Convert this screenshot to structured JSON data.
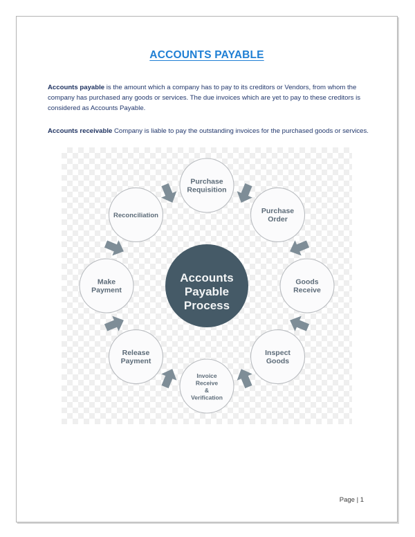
{
  "document": {
    "title": "ACCOUNTS PAYABLE",
    "title_color": "#1f7fd4",
    "body_text_color": "#20366b",
    "paragraphs": [
      {
        "lead": "Accounts payable",
        "rest": " is the amount which a company has to pay to its creditors or Vendors, from whom the company has purchased any goods or services. The due invoices which are yet to pay to these creditors is considered as Accounts Payable."
      },
      {
        "lead": "Accounts receivable",
        "rest": " Company is liable to pay the outstanding invoices for the purchased goods or services."
      }
    ],
    "footer": "Page | 1"
  },
  "diagram": {
    "type": "cycle",
    "hub": {
      "line1": "Accounts",
      "line2": "Payable",
      "line3": "Process",
      "fill": "#455a67",
      "text_color": "#f2f4f5"
    },
    "node_fill": "#fbfbfc",
    "node_stroke": "#b9bcc0",
    "node_text_color": "#5c6b78",
    "arrow_color": "#7e8d97",
    "steps": [
      {
        "id": "purchase-requisition",
        "lines": [
          "Purchase",
          "Requisition"
        ]
      },
      {
        "id": "purchase-order",
        "lines": [
          "Purchase",
          "Order"
        ]
      },
      {
        "id": "goods-receive",
        "lines": [
          "Goods",
          "Receive"
        ]
      },
      {
        "id": "inspect-goods",
        "lines": [
          "Inspect",
          "Goods"
        ]
      },
      {
        "id": "invoice-receive-verification",
        "lines": [
          "Invoice",
          "Receive",
          "&",
          "Verification"
        ]
      },
      {
        "id": "release-payment",
        "lines": [
          "Release",
          "Payment"
        ]
      },
      {
        "id": "make-payment",
        "lines": [
          "Make",
          "Payment"
        ]
      },
      {
        "id": "reconciliation",
        "lines": [
          "Reconciliation"
        ]
      }
    ]
  }
}
